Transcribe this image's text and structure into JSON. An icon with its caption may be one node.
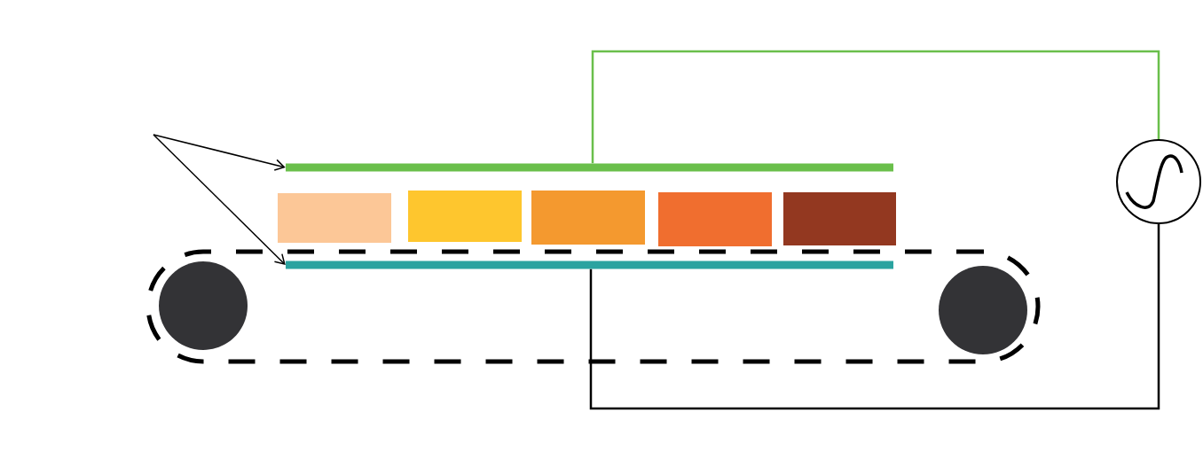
{
  "diagram": {
    "nodes": [
      {
        "text": [],
        "shape": "bar"
      },
      {
        "text": [],
        "shape": "bar"
      },
      {
        "text": [],
        "shape": "circle"
      },
      {
        "text": [],
        "shape": "box"
      },
      {
        "text": [],
        "shape": "box"
      },
      {
        "text": [],
        "shape": "box"
      },
      {
        "text": [],
        "shape": "box"
      },
      {
        "text": [],
        "shape": "box"
      }
    ],
    "edges": [
      {
        "from": null,
        "to": 0,
        "arrow": "to"
      },
      {
        "from": null,
        "to": 1,
        "arrow": "to"
      },
      {
        "from": 0,
        "to": 2,
        "arrow": "none",
        "color": "#6abf4b"
      },
      {
        "from": 1,
        "to": 2,
        "arrow": "none"
      }
    ]
  }
}
